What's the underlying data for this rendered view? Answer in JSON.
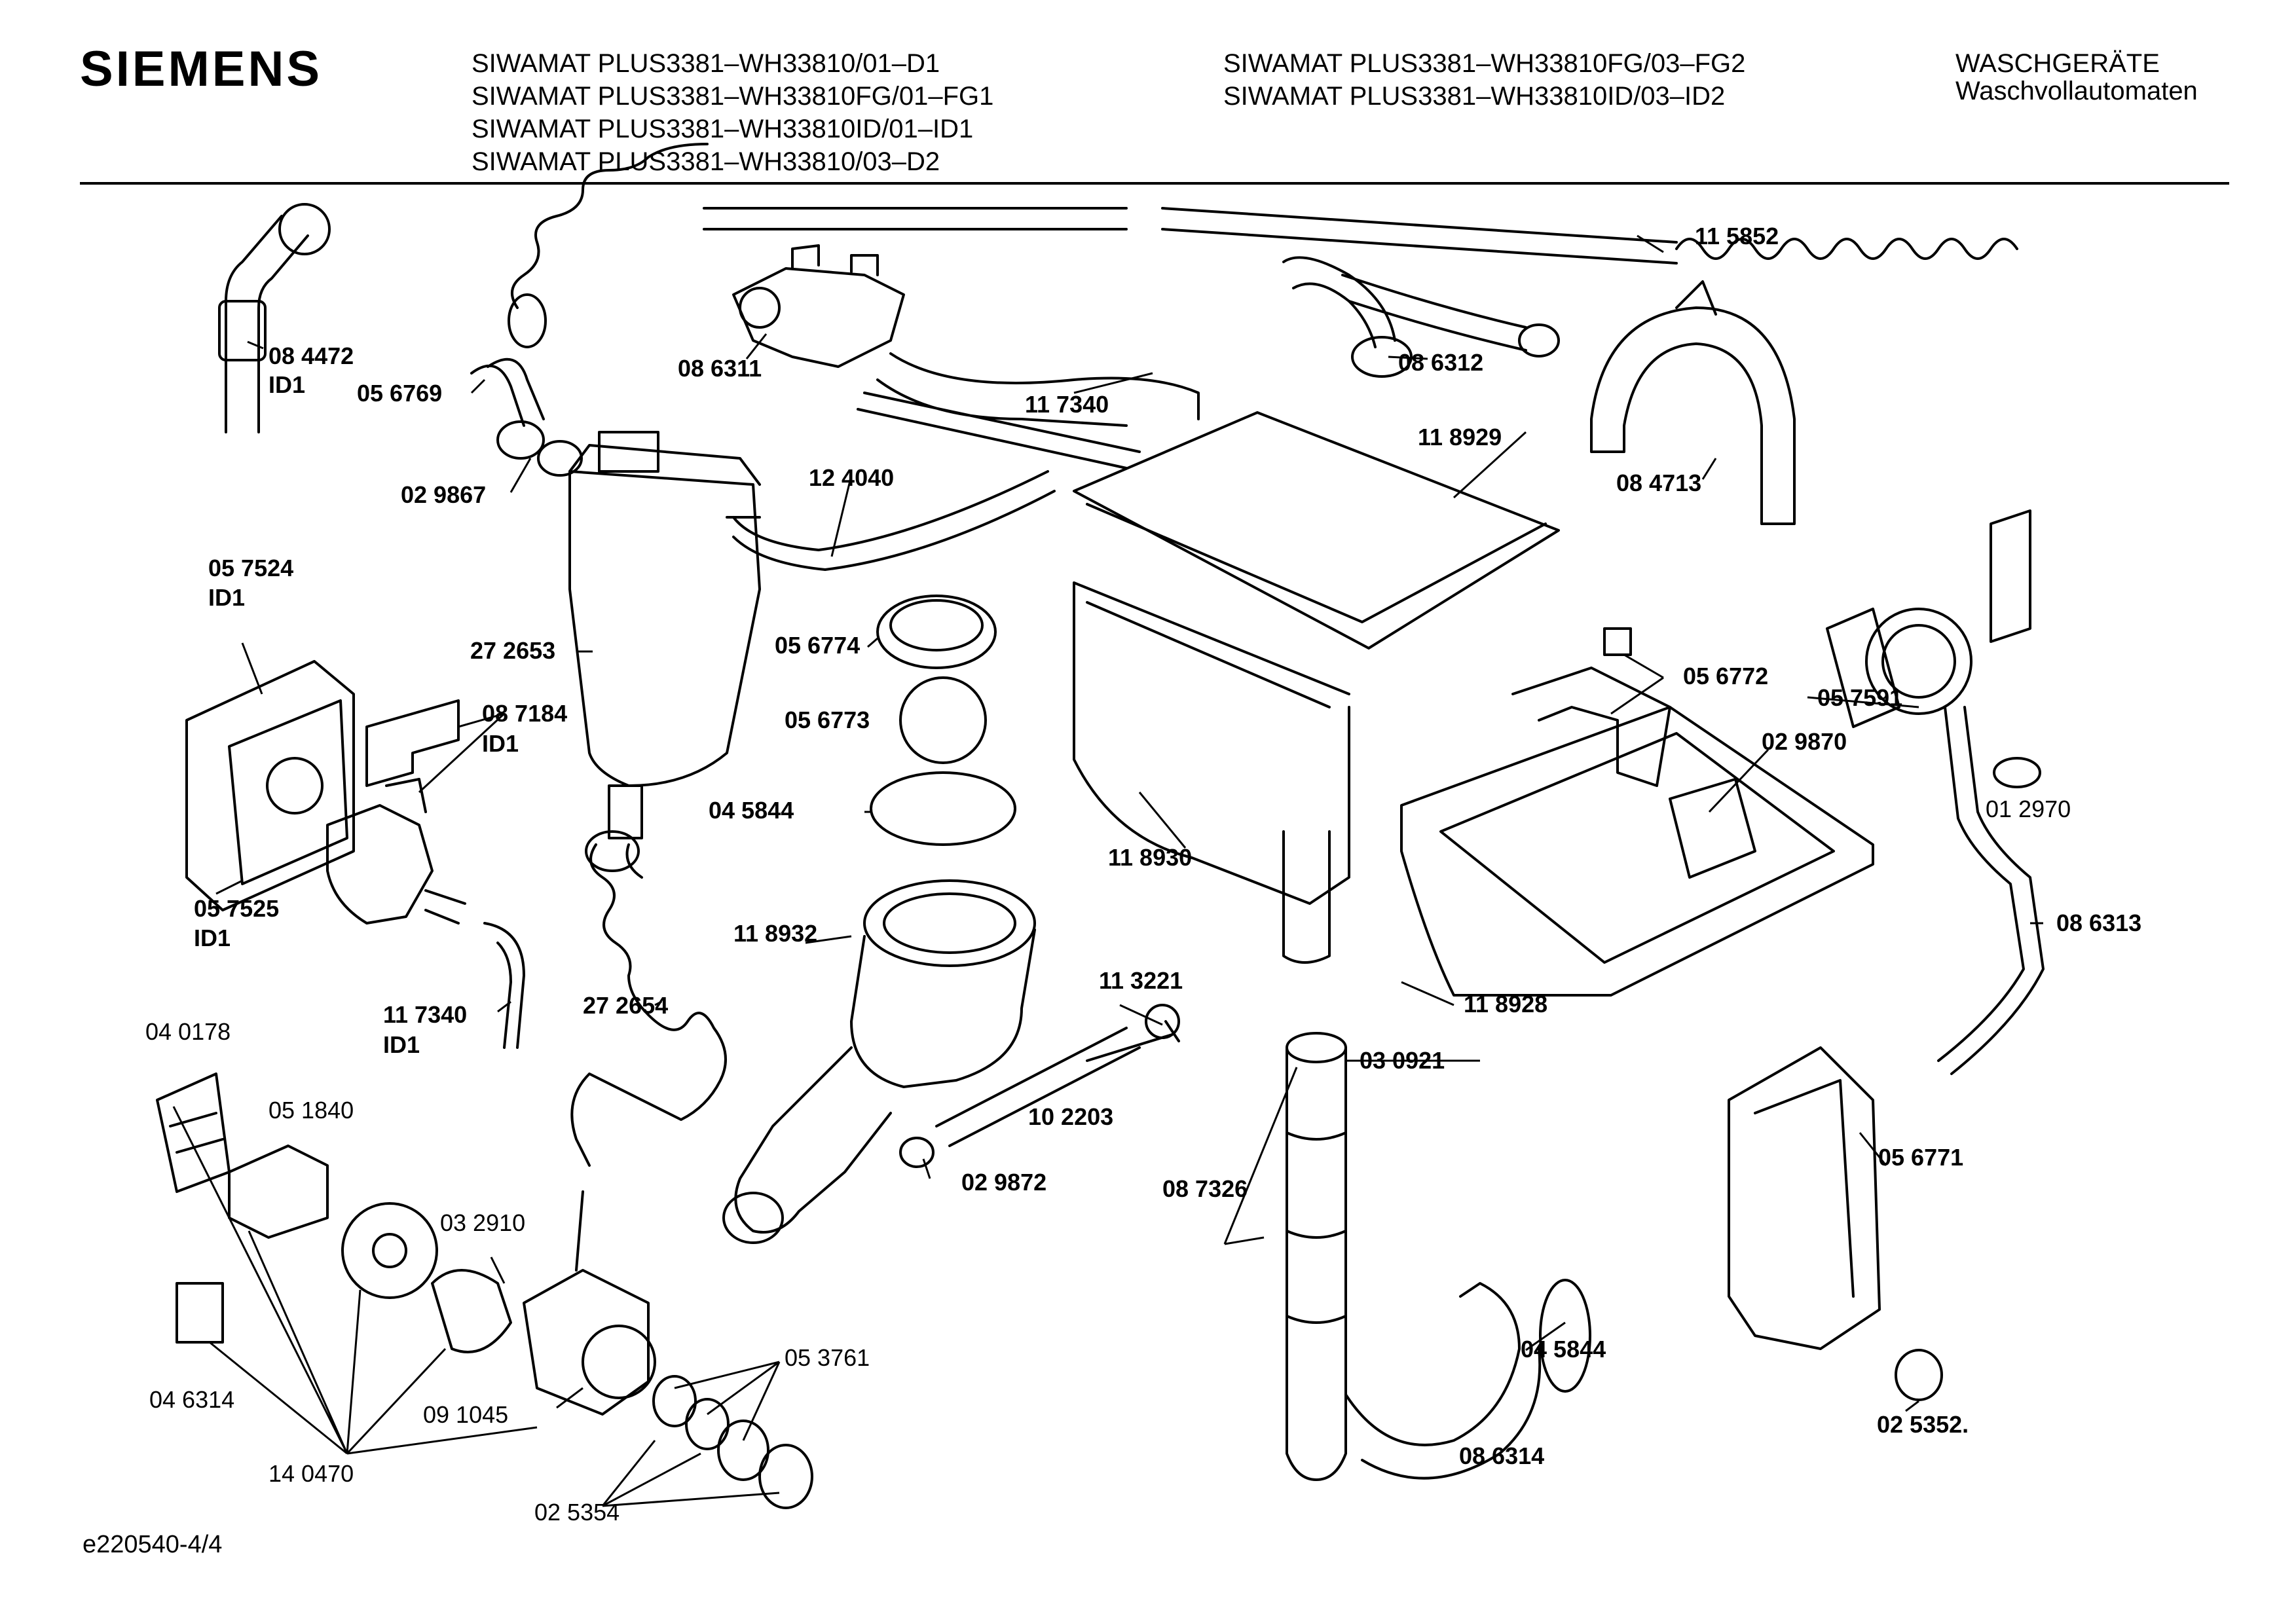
{
  "header": {
    "brand": "SIEMENS",
    "models_col1": [
      "SIWAMAT PLUS3381–WH33810/01–D1",
      "SIWAMAT PLUS3381–WH33810FG/01–FG1",
      "SIWAMAT PLUS3381–WH33810ID/01–ID1",
      "SIWAMAT PLUS3381–WH33810/03–D2"
    ],
    "models_col2": [
      "SIWAMAT PLUS3381–WH33810FG/03–FG2",
      "SIWAMAT PLUS3381–WH33810ID/03–ID2"
    ],
    "category": "WASCHGERÄTE",
    "subcategory": "Waschvollautomaten"
  },
  "footer": {
    "drawing_id": "e220540-4/4"
  },
  "labels": {
    "p115852": "11 5852",
    "p084472": "08 4472",
    "p084472_v": "ID1",
    "p056769": "05 6769",
    "p029867": "02 9867",
    "p086311": "08 6311",
    "p117340a": "11 7340",
    "p086312": "08 6312",
    "p118929": "11 8929",
    "p084713": "08 4713",
    "p124040": "12 4040",
    "p057524": "05 7524",
    "p057524_v": "ID1",
    "p272653": "27 2653",
    "p056774": "05 6774",
    "p056772": "05 6772",
    "p057591": "05 7591",
    "p087184": "08 7184",
    "p087184_v": "ID1",
    "p056773": "05 6773",
    "p029870": "02 9870",
    "p012970": "01 2970",
    "p045844a": "04 5844",
    "p118930": "11 8930",
    "p057525": "05 7525",
    "p057525_v": "ID1",
    "p118932": "11 8932",
    "p086313": "08 6313",
    "p117340b": "11 7340",
    "p117340b_v": "ID1",
    "p272654": "27 2654",
    "p113221": "11 3221",
    "p118928": "11 8928",
    "p040178": "04 0178",
    "p030921": "03 0921",
    "p051840": "05 1840",
    "p102203": "10 2203",
    "p056771": "05 6771",
    "p087326": "08 7326",
    "p029872": "02 9872",
    "p032910": "03 2910",
    "p053761": "05 3761",
    "p045844b": "04 5844",
    "p046314": "04 6314",
    "p091045": "09 1045",
    "p025352": "02 5352.",
    "p086314": "08 6314",
    "p140470": "14 0470",
    "p025354": "02 5354"
  }
}
